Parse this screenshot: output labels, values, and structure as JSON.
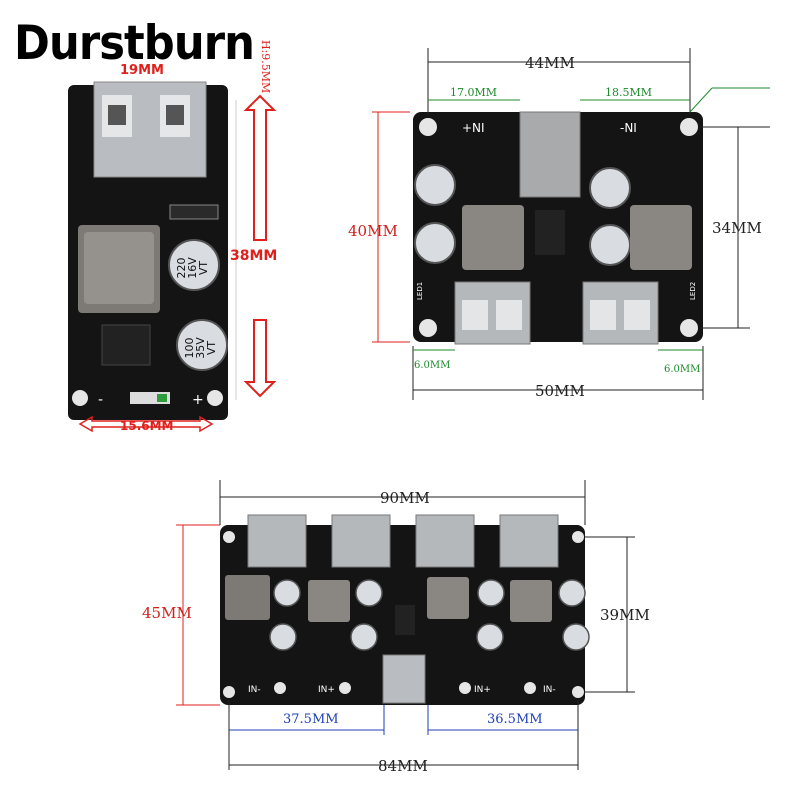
{
  "brand": "Durstburn",
  "board_single": {
    "width_label": "15.6MM",
    "height_label": "38MM",
    "top_label": "19MM",
    "usb_height_label": "H:9.5MM",
    "cap1": [
      "220",
      "16V",
      "VT"
    ],
    "cap2": [
      "100",
      "35V",
      "VT"
    ],
    "minus": "-",
    "plus": "+"
  },
  "board_dual": {
    "width_label": "44MM",
    "left_offset_label": "17.0MM",
    "right_offset_label": "18.5MM",
    "height_label": "40MM",
    "hole_span_label": "34MM",
    "bottom_left_label": "6.0MM",
    "bottom_right_label": "6.0MM",
    "overall_width_label": "50MM",
    "in_left": "+NI",
    "in_right": "-NI",
    "led1": "LED1",
    "led2": "LED2"
  },
  "board_quad": {
    "width_label": "90MM",
    "height_label": "45MM",
    "hole_span_label": "39MM",
    "left_span_label": "37.5MM",
    "right_span_label": "36.5MM",
    "hole_width_label": "84MM",
    "in_minus_left": "IN-",
    "in_plus_left": "IN+",
    "in_plus_right": "IN+",
    "in_minus_right": "IN-"
  }
}
